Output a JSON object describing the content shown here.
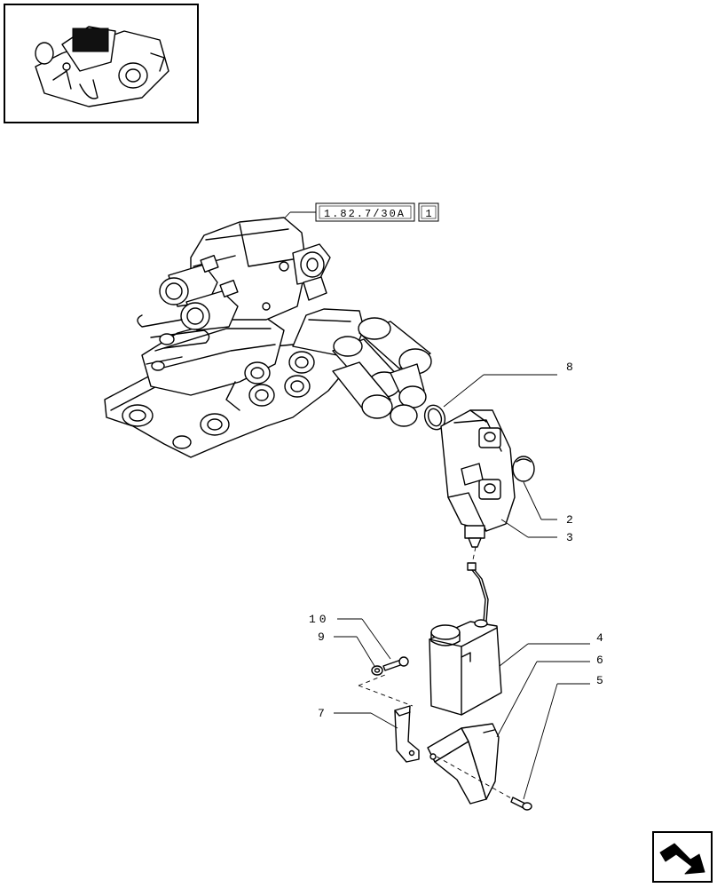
{
  "reference_box": {
    "code": "1.82.7/30A",
    "sheet": "1"
  },
  "callouts": {
    "c2": "2",
    "c3": "3",
    "c4": "4",
    "c5": "5",
    "c6": "6",
    "c7": "7",
    "c8": "8",
    "c9": "9",
    "c10": "10"
  },
  "icons": {
    "thumbnail": "valve-assembly-thumbnail-icon",
    "next_page": "next-page-arrow-icon"
  }
}
